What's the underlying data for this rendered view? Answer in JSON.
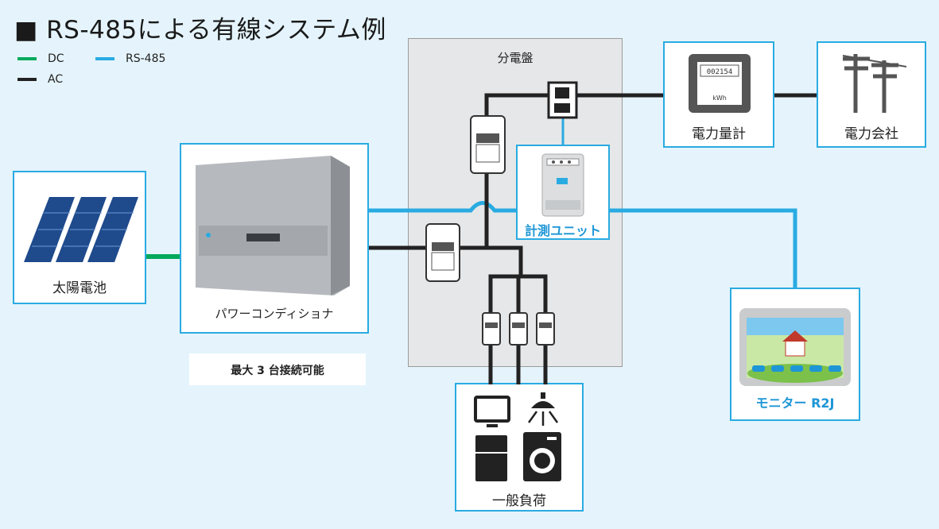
{
  "title": "■ RS-485による有線システム例",
  "legend": [
    {
      "label": "DC",
      "color": "#00a95c"
    },
    {
      "label": "RS-485",
      "color": "#29abe2"
    },
    {
      "label": "AC",
      "color": "#222222"
    }
  ],
  "labels": {
    "panel": "分電盤",
    "meter": "電力量計",
    "utility": "電力会社",
    "solar": "太陽電池",
    "pcs": "パワーコンディショナ",
    "max_note": "最大 3 台接続可能",
    "measure_unit": "計測ユニット",
    "monitor": "モニター R2J",
    "loads": "一般負荷",
    "meter_reading": "002154",
    "meter_unit": "kWh"
  }
}
